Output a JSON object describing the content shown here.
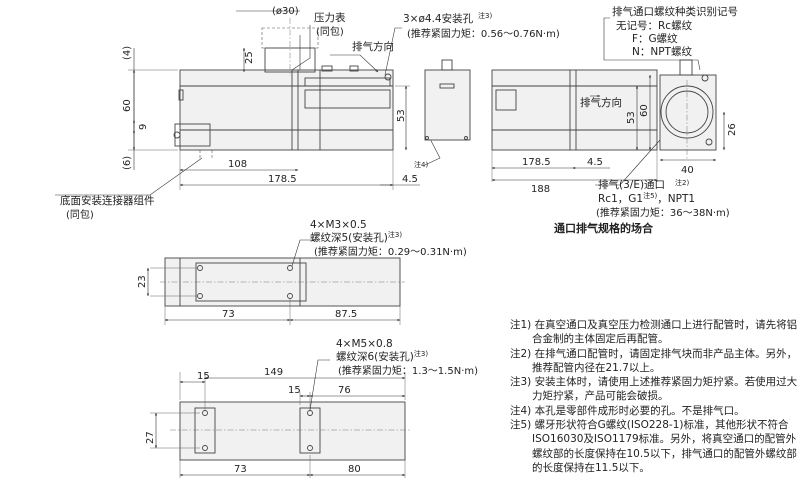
{
  "top_view": {
    "phi30": "(ø30)",
    "gauge": "压力表",
    "gauge_pack": "(同包)",
    "mount_holes": "3×ø4.4安装孔",
    "mount_holes_note": "注3)",
    "mount_torque": "(推荐紧固力矩：0.56～0.76N·m)",
    "exhaust_dir": "排气方向",
    "dims": [
      "(4)",
      "60",
      "9",
      "(6)",
      "25",
      "53",
      "108",
      "178.5",
      "4.5"
    ],
    "note4": "注4)",
    "bottom_connector": "底面安装连接器组件",
    "bottom_connector_pack": "(同包)"
  },
  "side_views": {
    "port_symbol_title": "排气通口螺纹种类识别记号",
    "port_symbols": [
      "无记号：Rc螺纹",
      "F：G螺纹",
      "N：NPT螺纹"
    ],
    "exhaust_dir": "排气方向",
    "dims": [
      "178.5",
      "4.5",
      "188",
      "60",
      "53",
      "26",
      "40"
    ],
    "exhaust_port": "排气(3/E)通口",
    "exhaust_port_note": "注2)",
    "exhaust_threads": "Rc1，G1",
    "exhaust_threads_note": "注5)",
    "exhaust_threads_tail": "，NPT1",
    "exhaust_torque": "(推荐紧固力矩：36～38N·m)",
    "caption": "通口排气规格的场合"
  },
  "mid_view": {
    "thread": "4×M3×0.5",
    "depth": "螺纹深5(安装孔)",
    "depth_note": "注3)",
    "torque": "(推荐紧固力矩：0.29～0.31N·m)",
    "dims": [
      "23",
      "73",
      "87.5"
    ]
  },
  "bottom_view": {
    "thread": "4×M5×0.8",
    "depth": "螺纹深6(安装孔)",
    "depth_note": "注3)",
    "torque": "(推荐紧固力矩：1.3～1.5N·m)",
    "dims": [
      "15",
      "149",
      "15",
      "76",
      "27",
      "73",
      "80"
    ]
  },
  "notes": [
    "注1) 在真空通口及真空压力检测通口上进行配管时，请先将铝合金制的主体固定后再配管。",
    "注2) 在排气通口配管时，请固定排气块而非产品主体。另外，推荐配管内径在21.7以上。",
    "注3) 安装主体时，请使用上述推荐紧固力矩拧紧。若使用过大力矩拧紧，产品可能会破损。",
    "注4) 本孔是零部件成形时必要的孔。不是排气口。",
    "注5) 螺牙形状符合G螺纹(ISO228-1)标准，其他形状不符合ISO16030及ISO1179标准。另外，将真空通口的配管外螺纹部的长度保持在10.5以下，排气通口的配管外螺纹部的长度保持在11.5以下。"
  ]
}
